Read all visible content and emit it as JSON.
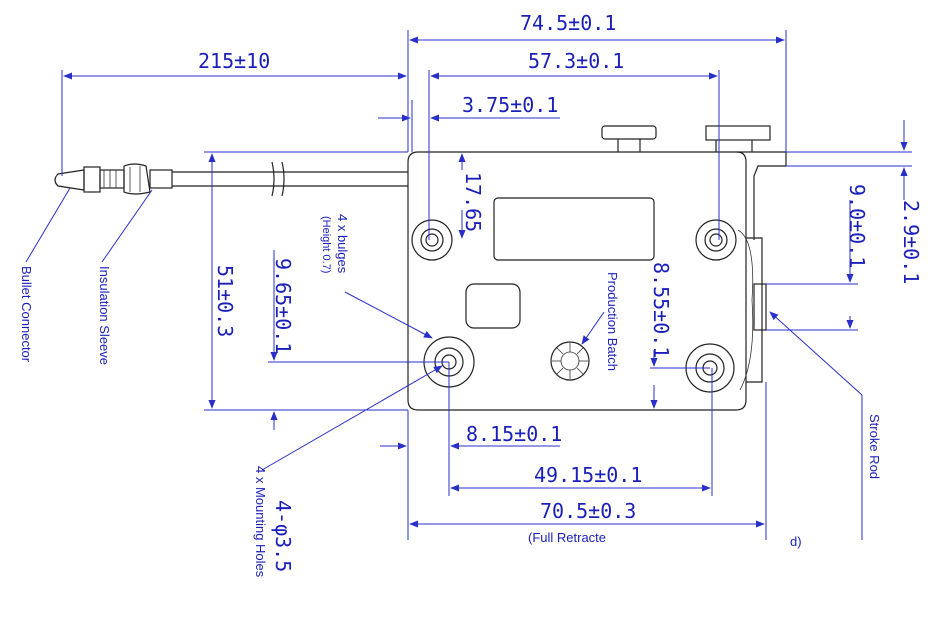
{
  "dimensions": {
    "overall_width": "74.5±0.1",
    "hole_spacing_top": "57.3±0.1",
    "offset_left": "3.75±0.1",
    "cable_length": "215±10",
    "top_to_hole": "17.65",
    "body_height": "51±0.3",
    "hole_lower_offset": "9.65±0.1",
    "right_hole_offset": "8.55±0.1",
    "rod_offset": "9.0±0.1",
    "tab_height": "2.9±0.1",
    "left_hole_x": "8.15±0.1",
    "hole_spacing_bottom": "49.15±0.1",
    "retract_length": "70.5±0.3",
    "hole_diameter": "4-φ3.5"
  },
  "labels": {
    "bullet_connector": "Bullet Connector",
    "insulation_sleeve": "Insulation Sleeve",
    "bulges": "4 x bulges",
    "bulges_height": "(Height 0.7)",
    "production_batch": "Production Batch",
    "full_retract": "(Full Retracte",
    "full_retract_tail": "d)",
    "mounting_holes": "4 x Mounting Holes",
    "stroke_rod": "Stroke Rod"
  },
  "colors": {
    "dimension": "#1a1fb8",
    "outline": "#222222"
  }
}
